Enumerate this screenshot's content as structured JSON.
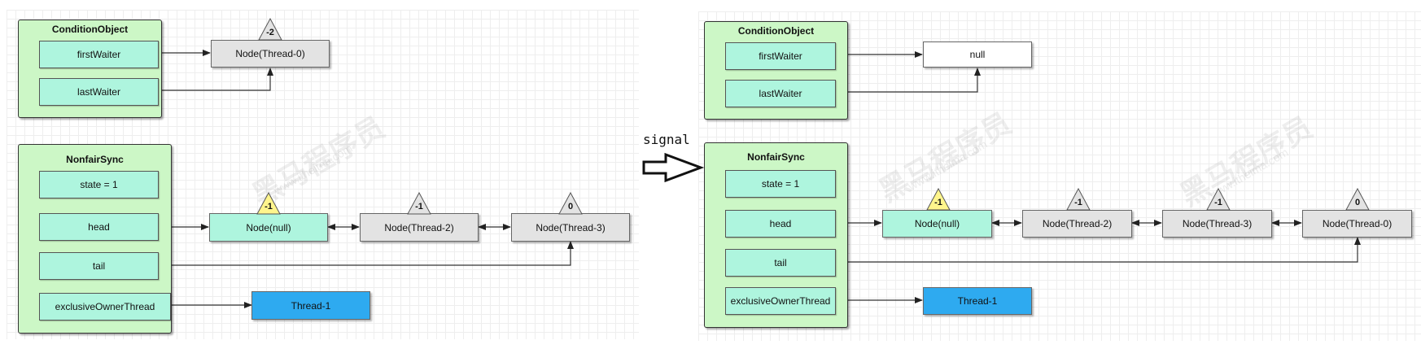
{
  "signal_label": "signal",
  "watermark": {
    "text": "黑马程序员",
    "url": "www.itheima.com"
  },
  "colors": {
    "container": "#ccf7c6",
    "field": "#aef5de",
    "node": "#e3e3e3",
    "thread": "#2eaaf0",
    "warn": "#fff58c"
  },
  "before": {
    "condition": {
      "title": "ConditionObject",
      "first": "firstWaiter",
      "last": "lastWaiter"
    },
    "waiter_node": {
      "label": "Node(Thread-0)",
      "status": "-2"
    },
    "sync": {
      "title": "NonfairSync",
      "state": "state = 1",
      "head": "head",
      "tail": "tail",
      "owner": "exclusiveOwnerThread"
    },
    "queue": [
      {
        "label": "Node(null)",
        "status": "-1"
      },
      {
        "label": "Node(Thread-2)",
        "status": "-1"
      },
      {
        "label": "Node(Thread-3)",
        "status": "0"
      }
    ],
    "owner_thread": "Thread-1"
  },
  "after": {
    "condition": {
      "title": "ConditionObject",
      "first": "firstWaiter",
      "last": "lastWaiter"
    },
    "waiter_node": {
      "label": "null"
    },
    "sync": {
      "title": "NonfairSync",
      "state": "state = 1",
      "head": "head",
      "tail": "tail",
      "owner": "exclusiveOwnerThread"
    },
    "queue": [
      {
        "label": "Node(null)",
        "status": "-1"
      },
      {
        "label": "Node(Thread-2)",
        "status": "-1"
      },
      {
        "label": "Node(Thread-3)",
        "status": "-1"
      },
      {
        "label": "Node(Thread-0)",
        "status": "0"
      }
    ],
    "owner_thread": "Thread-1"
  }
}
